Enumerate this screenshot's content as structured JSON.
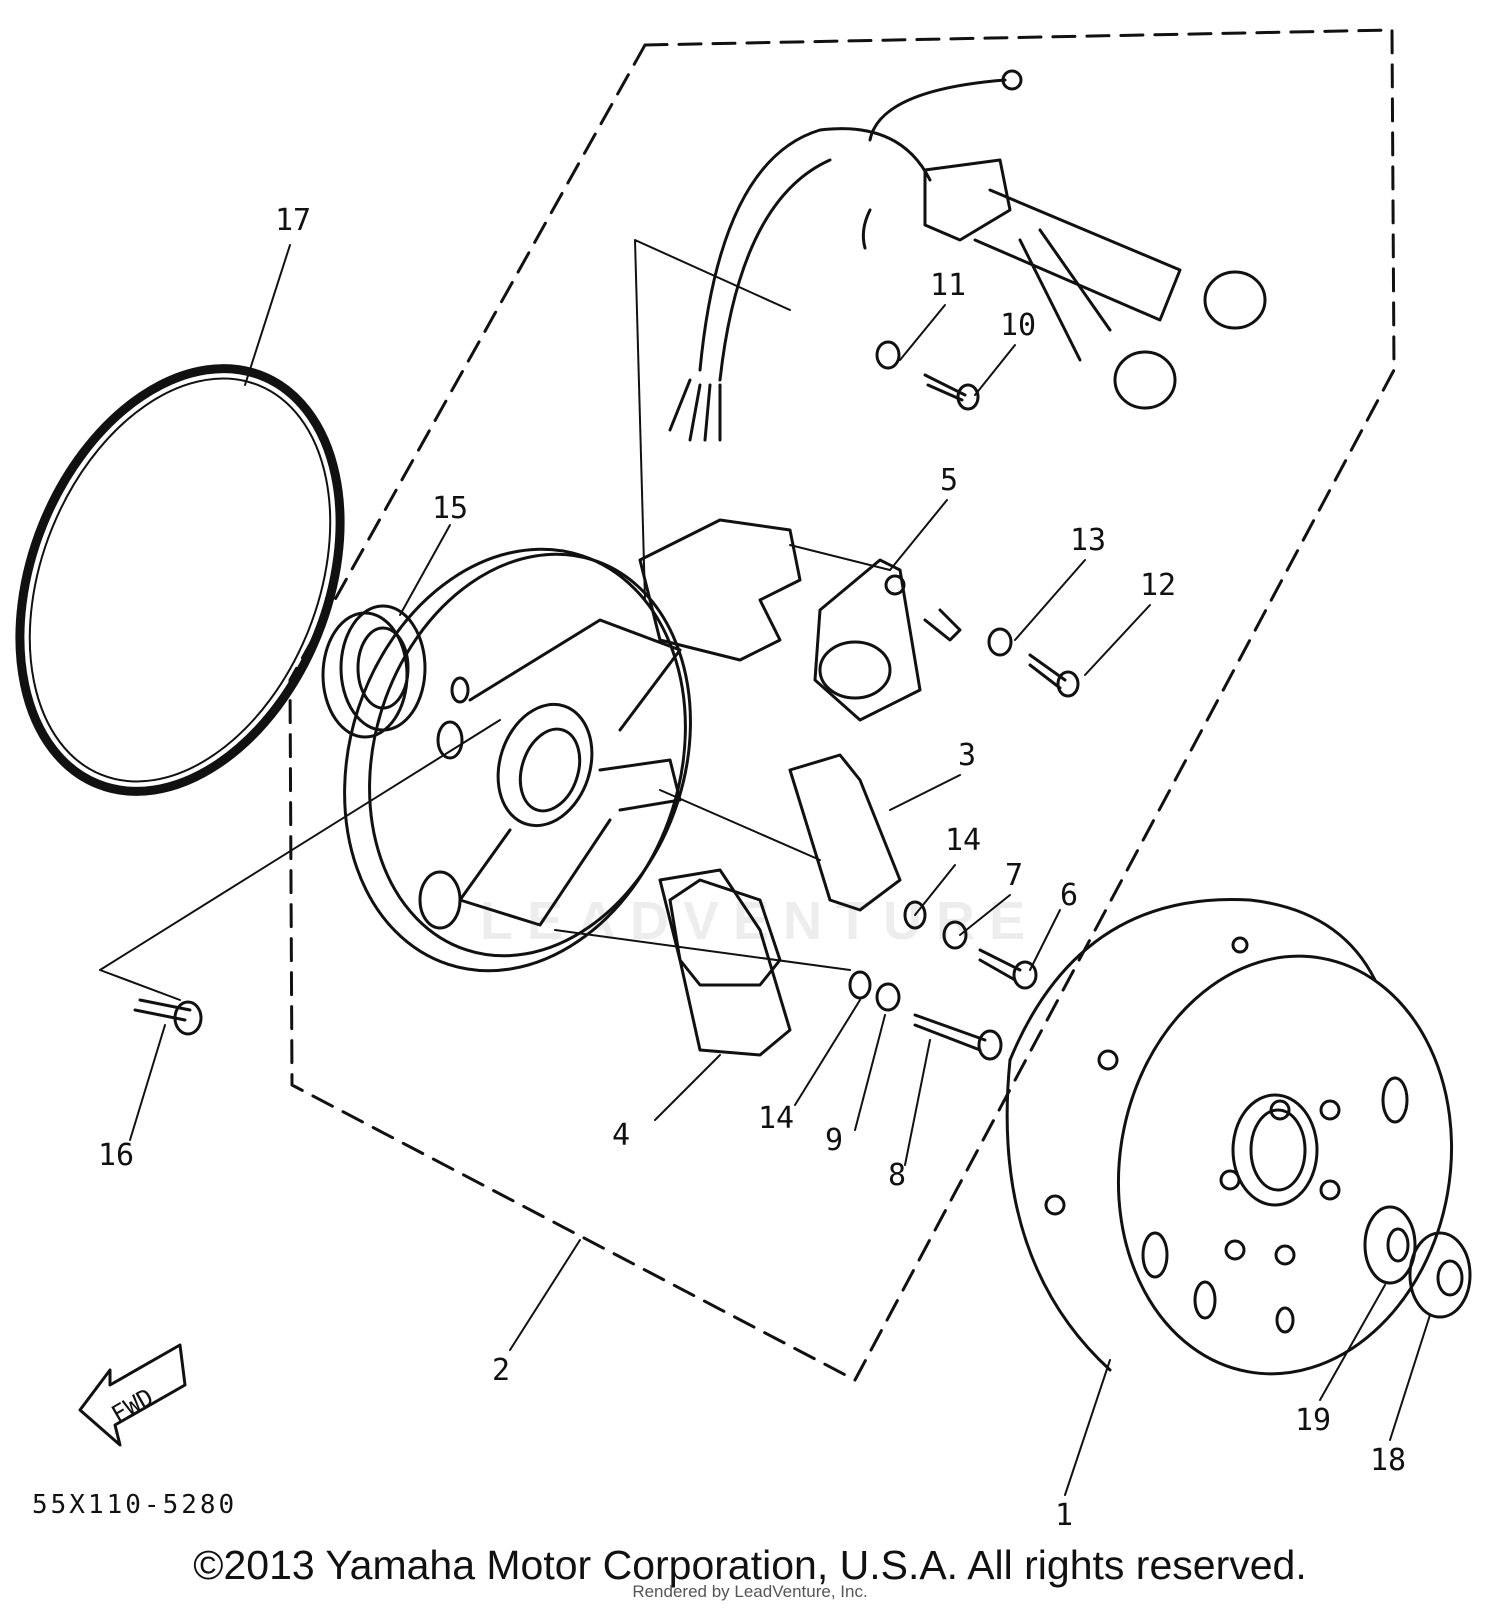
{
  "diagram": {
    "callouts": {
      "c1": "1",
      "c2": "2",
      "c3": "3",
      "c4": "4",
      "c5": "5",
      "c6": "6",
      "c7": "7",
      "c8": "8",
      "c9": "9",
      "c10": "10",
      "c11": "11",
      "c12": "12",
      "c13": "13",
      "c14a": "14",
      "c14b": "14",
      "c15": "15",
      "c16": "16",
      "c17": "17",
      "c18": "18",
      "c19": "19"
    },
    "fwd_label": "FWD",
    "diagram_code": "55X110-5280"
  },
  "footer": {
    "copyright": "©2013 Yamaha Motor Corporation, U.S.A. All rights reserved.",
    "rendered_by": "Rendered by LeadVenture, Inc."
  },
  "watermark": "LEADVENTURE",
  "colors": {
    "ink": "#111111",
    "background": "#ffffff"
  }
}
